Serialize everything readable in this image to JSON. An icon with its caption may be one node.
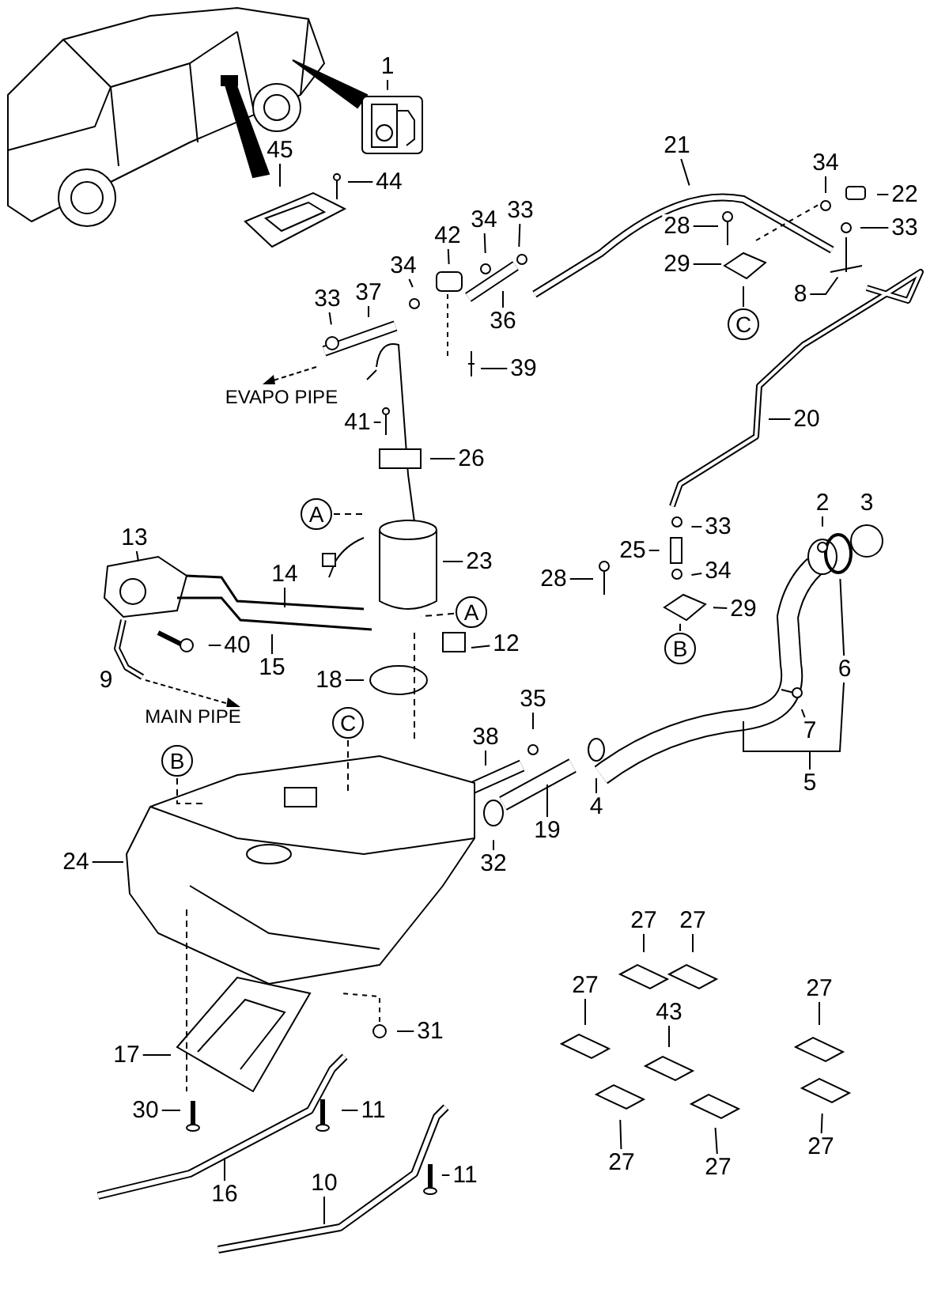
{
  "diagram": {
    "nodes": [
      {
        "text": [
          "1"
        ]
      },
      {
        "text": [
          "45"
        ]
      },
      {
        "text": [
          "44"
        ]
      },
      {
        "text": [
          "21"
        ]
      },
      {
        "text": [
          "34"
        ]
      },
      {
        "text": [
          "22"
        ]
      },
      {
        "text": [
          "33"
        ]
      },
      {
        "text": [
          "28"
        ]
      },
      {
        "text": [
          "33"
        ]
      },
      {
        "text": [
          "42"
        ]
      },
      {
        "text": [
          "34"
        ]
      },
      {
        "text": [
          "34"
        ]
      },
      {
        "text": [
          "29"
        ]
      },
      {
        "text": [
          "37"
        ]
      },
      {
        "text": [
          "8"
        ]
      },
      {
        "text": [
          "C"
        ]
      },
      {
        "text": [
          "33"
        ]
      },
      {
        "text": [
          "36"
        ]
      },
      {
        "text": [
          "39"
        ]
      },
      {
        "text": [
          "41"
        ]
      },
      {
        "text": [
          "20"
        ]
      },
      {
        "text": [
          "26"
        ]
      },
      {
        "text": [
          "2"
        ]
      },
      {
        "text": [
          "3"
        ]
      },
      {
        "text": [
          "A"
        ]
      },
      {
        "text": [
          "13"
        ]
      },
      {
        "text": [
          "33"
        ]
      },
      {
        "text": [
          "25"
        ]
      },
      {
        "text": [
          "23"
        ]
      },
      {
        "text": [
          "14"
        ]
      },
      {
        "text": [
          "34"
        ]
      },
      {
        "text": [
          "28"
        ]
      },
      {
        "text": [
          "29"
        ]
      },
      {
        "text": [
          "A"
        ]
      },
      {
        "text": [
          "40"
        ]
      },
      {
        "text": [
          "12"
        ]
      },
      {
        "text": [
          "15"
        ]
      },
      {
        "text": [
          "B"
        ]
      },
      {
        "text": [
          "6"
        ]
      },
      {
        "text": [
          "9"
        ]
      },
      {
        "text": [
          "18"
        ]
      },
      {
        "text": [
          "35"
        ]
      },
      {
        "text": [
          "C"
        ]
      },
      {
        "text": [
          "7"
        ]
      },
      {
        "text": [
          "38"
        ]
      },
      {
        "text": [
          "B"
        ]
      },
      {
        "text": [
          "5"
        ]
      },
      {
        "text": [
          "4"
        ]
      },
      {
        "text": [
          "19"
        ]
      },
      {
        "text": [
          "24"
        ]
      },
      {
        "text": [
          "32"
        ]
      },
      {
        "text": [
          "27"
        ]
      },
      {
        "text": [
          "27"
        ]
      },
      {
        "text": [
          "27"
        ]
      },
      {
        "text": [
          "27"
        ]
      },
      {
        "text": [
          "43"
        ]
      },
      {
        "text": [
          "17"
        ]
      },
      {
        "text": [
          "31"
        ]
      },
      {
        "text": [
          "30"
        ]
      },
      {
        "text": [
          "11"
        ]
      },
      {
        "text": [
          "27"
        ]
      },
      {
        "text": [
          "27"
        ]
      },
      {
        "text": [
          "27"
        ]
      },
      {
        "text": [
          "11"
        ]
      },
      {
        "text": [
          "10"
        ]
      },
      {
        "text": [
          "16"
        ]
      }
    ],
    "edges": [
      {
        "from": 0,
        "to": null,
        "arrow": "none"
      },
      {
        "from": 1,
        "to": null,
        "arrow": "none"
      },
      {
        "from": 2,
        "to": null,
        "arrow": "none"
      },
      {
        "from": 3,
        "to": null,
        "arrow": "none"
      },
      {
        "from": 4,
        "to": null,
        "arrow": "none"
      },
      {
        "from": 5,
        "to": null,
        "arrow": "none"
      },
      {
        "from": 6,
        "to": null,
        "arrow": "none"
      },
      {
        "from": 7,
        "to": null,
        "arrow": "none"
      },
      {
        "from": 8,
        "to": null,
        "arrow": "none"
      },
      {
        "from": 9,
        "to": null,
        "arrow": "none"
      },
      {
        "from": 10,
        "to": null,
        "arrow": "none"
      },
      {
        "from": 11,
        "to": null,
        "arrow": "none"
      },
      {
        "from": 12,
        "to": null,
        "arrow": "none"
      },
      {
        "from": 13,
        "to": null,
        "arrow": "none"
      },
      {
        "from": 14,
        "to": null,
        "arrow": "none"
      },
      {
        "from": 15,
        "to": null,
        "arrow": "none"
      },
      {
        "from": 16,
        "to": null,
        "arrow": "none"
      },
      {
        "from": 17,
        "to": null,
        "arrow": "none"
      },
      {
        "from": 18,
        "to": null,
        "arrow": "none"
      },
      {
        "from": 19,
        "to": null,
        "arrow": "none"
      },
      {
        "from": 20,
        "to": null,
        "arrow": "none"
      },
      {
        "from": 21,
        "to": null,
        "arrow": "none"
      },
      {
        "from": 22,
        "to": null,
        "arrow": "none"
      },
      {
        "from": 24,
        "to": null,
        "arrow": "none",
        "style": "dashed"
      },
      {
        "from": 25,
        "to": null,
        "arrow": "none"
      },
      {
        "from": 26,
        "to": null,
        "arrow": "none"
      },
      {
        "from": 27,
        "to": null,
        "arrow": "none"
      },
      {
        "from": 28,
        "to": null,
        "arrow": "none"
      },
      {
        "from": 29,
        "to": null,
        "arrow": "none"
      },
      {
        "from": 30,
        "to": null,
        "arrow": "none"
      },
      {
        "from": 31,
        "to": null,
        "arrow": "none"
      },
      {
        "from": 32,
        "to": null,
        "arrow": "none"
      },
      {
        "from": 33,
        "to": null,
        "arrow": "none",
        "style": "dashed"
      },
      {
        "from": 34,
        "to": null,
        "arrow": "none"
      },
      {
        "from": 35,
        "to": null,
        "arrow": "none"
      },
      {
        "from": 36,
        "to": null,
        "arrow": "none"
      },
      {
        "from": 37,
        "to": null,
        "arrow": "none"
      },
      {
        "from": 38,
        "to": null,
        "arrow": "none"
      },
      {
        "from": 40,
        "to": null,
        "arrow": "none"
      },
      {
        "from": 42,
        "to": null,
        "arrow": "none",
        "style": "dashed"
      },
      {
        "from": 43,
        "to": null,
        "arrow": "none"
      },
      {
        "from": 41,
        "to": null,
        "arrow": "none"
      },
      {
        "from": 44,
        "to": null,
        "arrow": "none"
      },
      {
        "from": 45,
        "to": null,
        "arrow": "none",
        "style": "dashed"
      },
      {
        "from": 46,
        "to": null,
        "arrow": "none"
      },
      {
        "from": 46,
        "to": 38,
        "arrow": "none"
      },
      {
        "from": 47,
        "to": null,
        "arrow": "none"
      },
      {
        "from": 48,
        "to": null,
        "arrow": "none"
      },
      {
        "from": 49,
        "to": null,
        "arrow": "none"
      },
      {
        "from": 50,
        "to": null,
        "arrow": "none"
      },
      {
        "from": 51,
        "to": null,
        "arrow": "none"
      },
      {
        "from": 52,
        "to": null,
        "arrow": "none"
      },
      {
        "from": 53,
        "to": null,
        "arrow": "none"
      },
      {
        "from": 54,
        "to": null,
        "arrow": "none"
      },
      {
        "from": 55,
        "to": null,
        "arrow": "none"
      },
      {
        "from": 56,
        "to": null,
        "arrow": "none"
      },
      {
        "from": 57,
        "to": null,
        "arrow": "none"
      },
      {
        "from": 58,
        "to": null,
        "arrow": "none"
      },
      {
        "from": 59,
        "to": null,
        "arrow": "none"
      },
      {
        "from": 60,
        "to": null,
        "arrow": "none"
      },
      {
        "from": 61,
        "to": null,
        "arrow": "none"
      },
      {
        "from": 62,
        "to": null,
        "arrow": "none"
      },
      {
        "from": 63,
        "to": null,
        "arrow": "none"
      },
      {
        "from": 64,
        "to": null,
        "arrow": "none"
      },
      {
        "from": 65,
        "to": null,
        "arrow": "none"
      }
    ],
    "labels": [
      "EVAPO PIPE",
      "MAIN PIPE"
    ]
  }
}
